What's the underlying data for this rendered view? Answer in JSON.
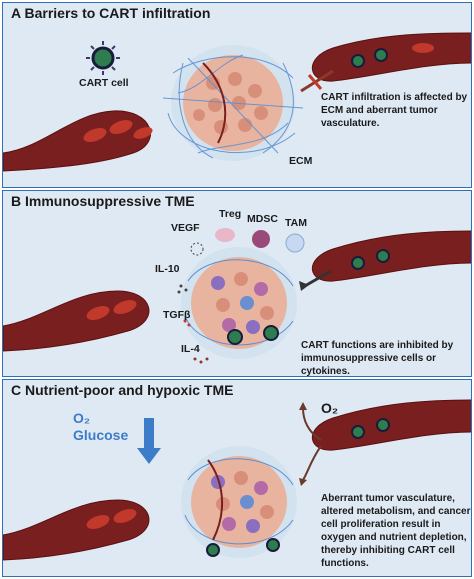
{
  "panels": [
    {
      "title": "A  Barriers to CART infiltration",
      "labels": {
        "cart_cell": "CART cell",
        "ecm": "ECM"
      },
      "description": "CART infiltration is affected by ECM and aberrant  tumor vasculature."
    },
    {
      "title": "B  Immunosuppressive TME",
      "labels": {
        "treg": "Treg",
        "vegf": "VEGF",
        "mdsc": "MDSC",
        "tam": "TAM",
        "il10": "IL-10",
        "tgfb": "TGFβ",
        "il4": "IL-4"
      },
      "description": "CART functions are inhibited by immunosuppressive cells or cytokines."
    },
    {
      "title": "C  Nutrient-poor and hypoxic TME",
      "labels": {
        "o2_glucose_o2": "O₂",
        "glucose": "Glucose",
        "o2_out": "O₂"
      },
      "description": "Aberrant tumor vasculature, altered metabolism, and cancer cell proliferation result in oxygen and nutrient depletion, thereby inhibiting CART cell functions."
    }
  ],
  "colors": {
    "border": "#2e6fb5",
    "panel_bg": "#dfe9f4",
    "vessel": "#7a1f1f",
    "tumor": "#e8b4a0",
    "ecm": "#5b8fd0",
    "arrow_blue": "#3d7cc9"
  }
}
